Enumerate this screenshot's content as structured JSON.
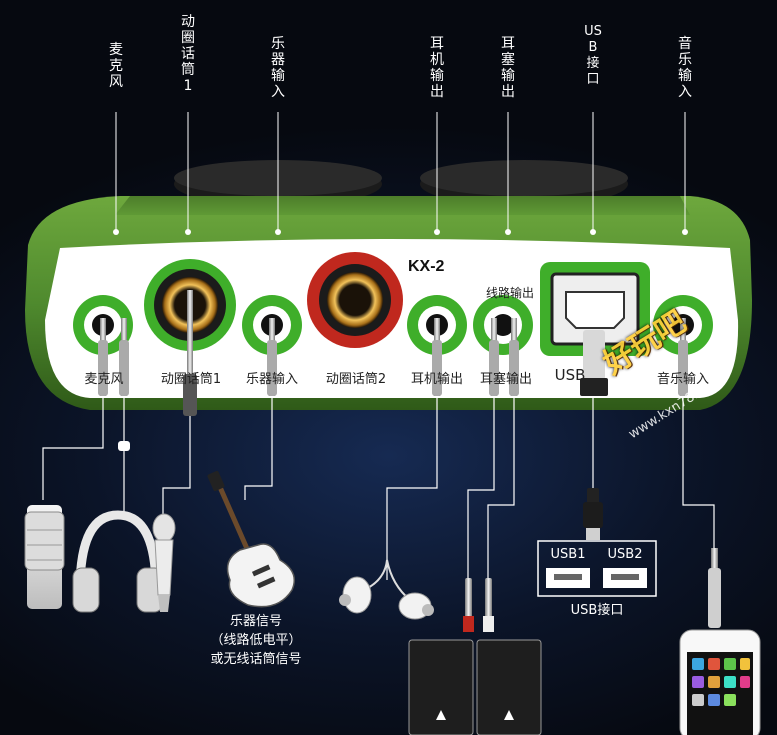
{
  "top_labels": [
    {
      "id": "mic",
      "text": "麦克风"
    },
    {
      "id": "dynamic-mic-1",
      "text": "动圈话筒1"
    },
    {
      "id": "instrument-in",
      "text": "乐器输入"
    },
    {
      "id": "headphone-out",
      "text": "耳机输出"
    },
    {
      "id": "earbud-out",
      "text": "耳塞输出"
    },
    {
      "id": "usb-port",
      "text": "USB接口"
    },
    {
      "id": "music-in",
      "text": "音乐输入"
    }
  ],
  "panel": {
    "model": "KX-2",
    "line_out": "线路输出",
    "port_labels": {
      "mic": "麦克风",
      "dyn1": "动圈话筒1",
      "instr": "乐器输入",
      "dyn2": "动圈话筒2",
      "phones": "耳机输出",
      "earbud": "耳塞输出",
      "usb": "USB",
      "music": "音乐输入"
    }
  },
  "instrument_note": {
    "line1": "乐器信号",
    "line2": "（线路低电平）",
    "line3": "或无线话筒信号"
  },
  "usb_hub": {
    "port1": "USB1",
    "port2": "USB2",
    "label": "USB接口"
  },
  "watermark": {
    "brand": "好玩吧",
    "url": "www.kxn78.com"
  },
  "colors": {
    "device_green": "#4f8a2e",
    "jack_green": "#3fae2a",
    "accent_red": "#c0281e",
    "gold": "#d9a33a"
  }
}
